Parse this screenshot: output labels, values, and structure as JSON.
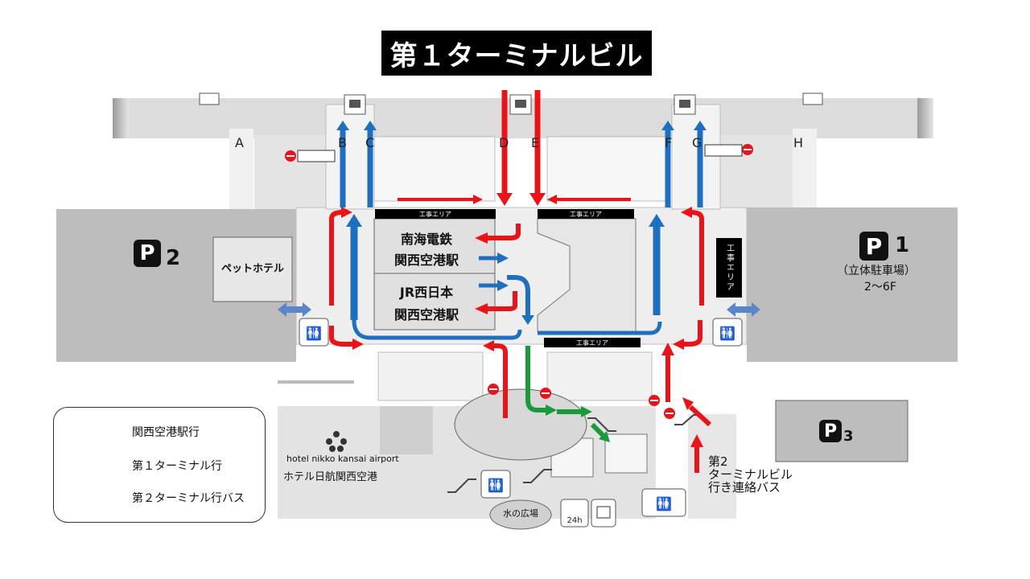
{
  "title": "第１ターミナルビル",
  "gates": [
    "A",
    "B",
    "C",
    "D",
    "E",
    "F",
    "G",
    "H"
  ],
  "stations": {
    "nankai_line1": "南海電鉄",
    "nankai_line2": "関西空港駅",
    "jr_line1": "JR西日本",
    "jr_line2": "関西空港駅"
  },
  "construction_label": "工事エリア",
  "construction_label_vertical": "工事エリア",
  "pet_hotel": "ペットホテル",
  "parking": {
    "p1": {
      "badge": "P",
      "num": "1",
      "sub1": "（立体駐車場）",
      "sub2": "2～6F"
    },
    "p2": {
      "badge": "P",
      "num": "2"
    },
    "p3": {
      "badge": "P",
      "num": "3"
    }
  },
  "hotel": {
    "en": "hotel nikko kansai airport",
    "ja": "ホテル日航関西空港"
  },
  "water_plaza": "水の広場",
  "bus_terminal2": {
    "line1": "第2",
    "line2": "ターミナルビル",
    "line3": "行き連絡バス"
  },
  "legend": [
    {
      "color": "#e8141a",
      "label": "関西空港駅行"
    },
    {
      "color": "#1f6fbf",
      "label": "第１ターミナル行"
    },
    {
      "color": "#1a9a3a",
      "label": "第２ターミナル行バス"
    }
  ],
  "colors": {
    "red": "#e8141a",
    "blue": "#1f6fbf",
    "green": "#1a9a3a",
    "floor": "#e8e8e8",
    "wall": "#bcbcbc"
  },
  "icons": [
    "toilet-icon",
    "escalator-icon",
    "atm-icon",
    "luggage-icon",
    "no-entry-icon",
    "24h-icon"
  ]
}
